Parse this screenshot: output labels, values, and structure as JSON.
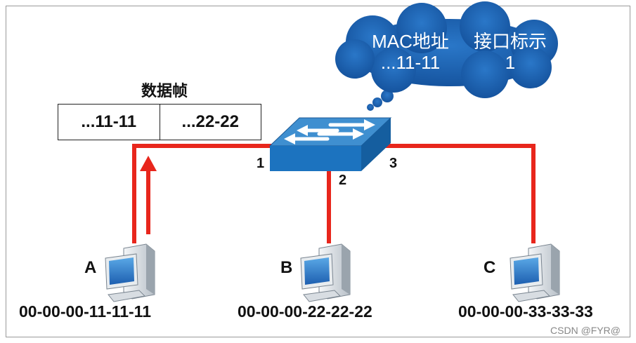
{
  "frame": {
    "title": "数据帧",
    "cells": [
      "...11-11",
      "...22-22"
    ]
  },
  "switch": {
    "ports": [
      "1",
      "2",
      "3"
    ]
  },
  "mac_table": {
    "col1_header": "MAC地址",
    "col1_value": "...11-11",
    "col2_header": "接口标示",
    "col2_value": "1"
  },
  "hosts": [
    {
      "label": "A",
      "mac": "00-00-00-11-11-11"
    },
    {
      "label": "B",
      "mac": "00-00-00-22-22-22"
    },
    {
      "label": "C",
      "mac": "00-00-00-33-33-33"
    }
  ],
  "watermark": "CSDN @FYR@",
  "colors": {
    "link": "#e8261c",
    "cloud": "#1d5fb0",
    "switch_top": "#3f8fd0",
    "switch_front": "#1c73bf"
  }
}
